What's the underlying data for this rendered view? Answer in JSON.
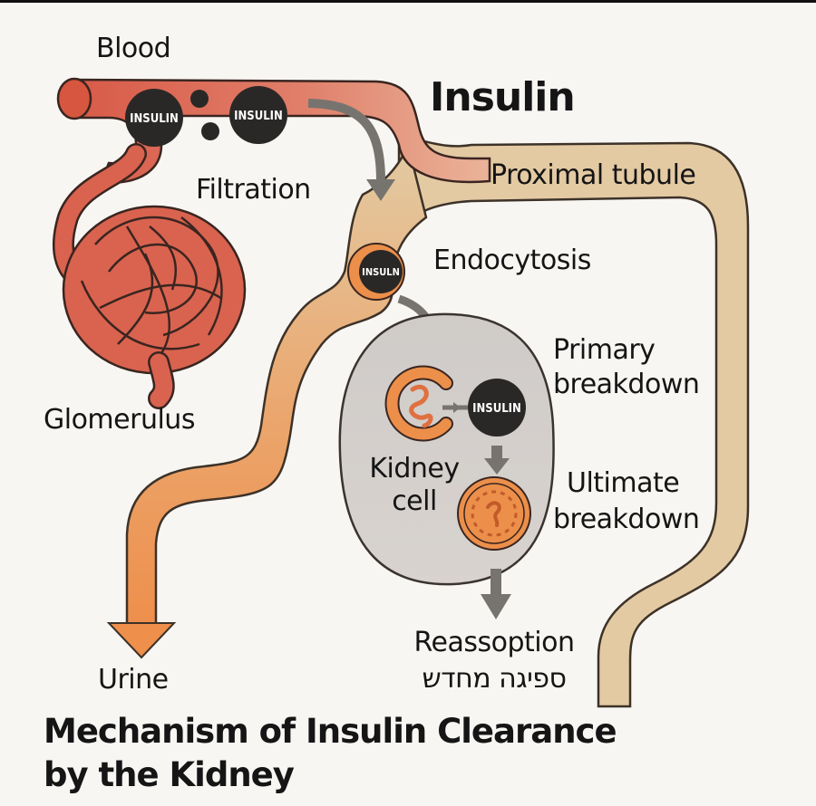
{
  "title": {
    "line1": "Mechanism of Insulin Clearance",
    "line2": "by the Kidney"
  },
  "labels": {
    "blood": "Blood",
    "insulin_heading": "Insulin",
    "filtration": "Filtration",
    "proximal_tubule": "Proximal tubule",
    "endocytosis": "Endocytosis",
    "glomerulus": "Glomerulus",
    "primary_breakdown_1": "Primary",
    "primary_breakdown_2": "breakdown",
    "ultimate_breakdown_1": "Ultimate",
    "ultimate_breakdown_2": "breakdown",
    "kidney_cell_1": "Kidney",
    "kidney_cell_2": "cell",
    "reabsorption": "Reassoption",
    "reabsorption_hebrew": "ספיגה מחדש",
    "urine": "Urine"
  },
  "molecules": {
    "blood_insulin_1": "INSULIN",
    "blood_insulin_2": "INSULIN",
    "endocytosis_insulin": "INSULN",
    "cell_insulin": "INSULIN"
  },
  "colors": {
    "background": "#f8f6f2",
    "blood_vessel": "#d9634f",
    "tubule": "#e3caa3",
    "cell": "#d2cecb",
    "orange": "#ec8f4a",
    "molecule": "#2a2827",
    "arrow": "#77746f"
  }
}
